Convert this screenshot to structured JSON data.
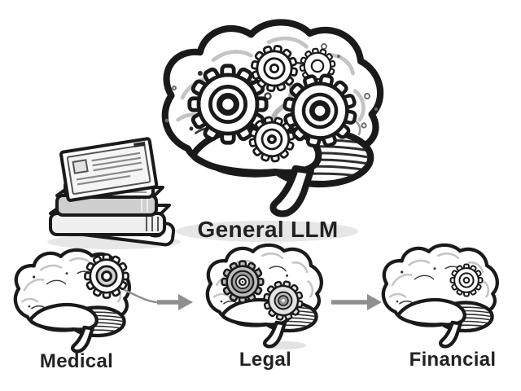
{
  "diagram": {
    "general": {
      "label": "General LLM",
      "gear_count": 5,
      "icons": [
        "brain-icon",
        "gear-icon",
        "books-icon",
        "screen-icon"
      ]
    },
    "specialized": [
      {
        "label": "Medical",
        "gear_count": 1
      },
      {
        "label": "Legal",
        "gear_count": 2
      },
      {
        "label": "Financial",
        "gear_count": 1
      }
    ],
    "flow": [
      {
        "from": "Medical",
        "to": "Legal"
      },
      {
        "from": "Legal",
        "to": "Financial"
      }
    ],
    "colors": {
      "background": "#ffffff",
      "outline": "#1a1a1a",
      "gear_gray": "#bdbdbd",
      "arrow_gray": "#8f8f8f",
      "shadow_gray": "#e6e6e6",
      "label_text": "#222222"
    }
  }
}
